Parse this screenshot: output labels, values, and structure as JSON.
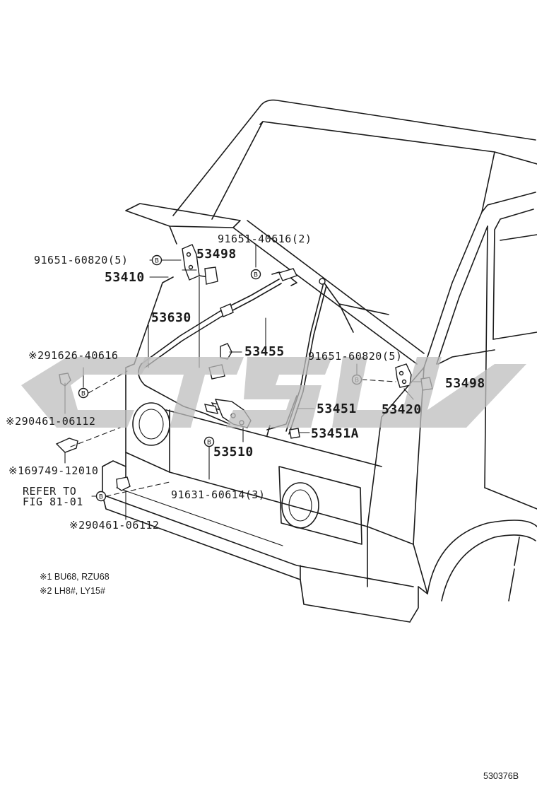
{
  "labels": {
    "p53498_top": "53498",
    "p53410": "53410",
    "p53630": "53630",
    "p53455": "53455",
    "p53498_right": "53498",
    "p53451": "53451",
    "p53420": "53420",
    "p53451a": "53451A",
    "p53510": "53510",
    "b91651_60820_left": "91651-60820(5)",
    "b91651_40616": "91651-40616(2)",
    "b91626": "※291626-40616",
    "b91651_60820_right": "91651-60820(5)",
    "b90461_mid": "※290461-06112",
    "b69749": "※169749-12010",
    "refer1": "REFER TO",
    "refer2": "FIG 81-01",
    "b91631": "91631-60614(3)",
    "b90461_low": "※290461-06112"
  },
  "notes": {
    "note1": "※1 BU68, RZU68",
    "note2": "※2 LH8#, LY15#"
  },
  "bolt_mark": "B",
  "diagram_id": "530376B",
  "watermark": "ctsu"
}
